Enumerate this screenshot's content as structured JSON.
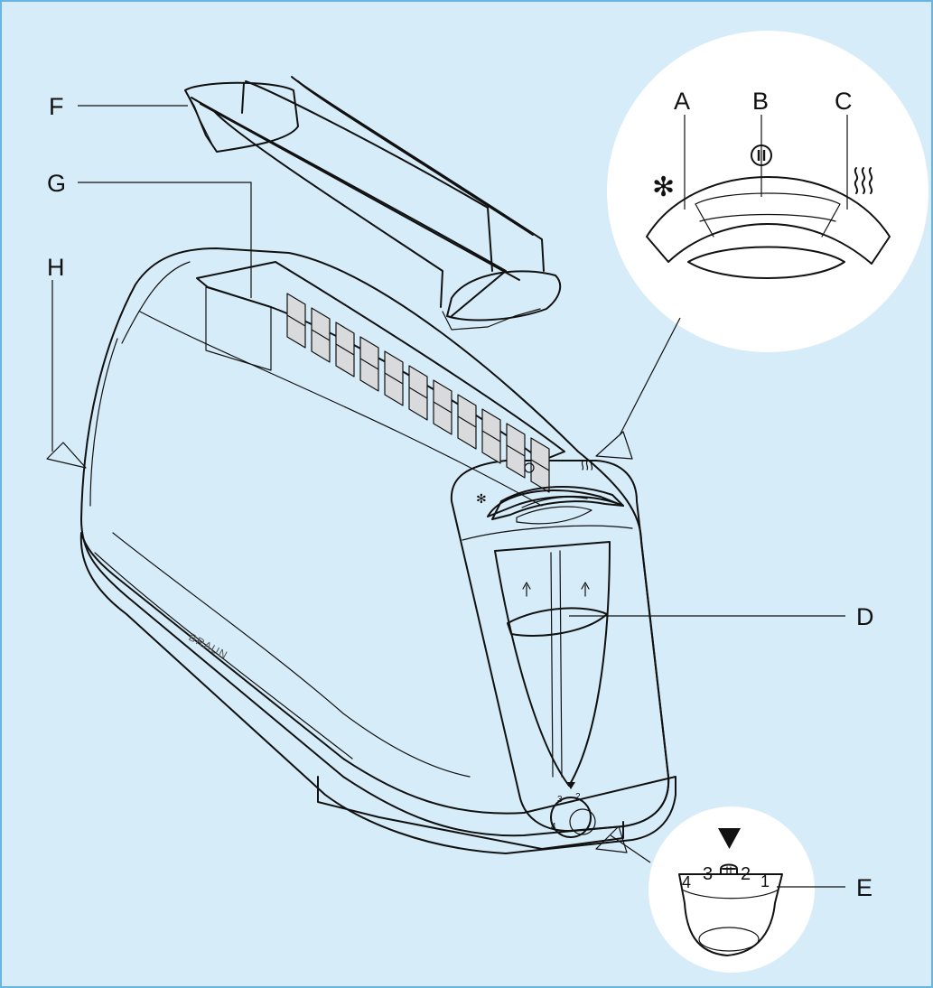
{
  "colors": {
    "background": "#d6ecf8",
    "frame": "#6ab5e0",
    "line": "#111111",
    "body": "#ffffff",
    "slot": "#d9dadc"
  },
  "labels": {
    "A": "A",
    "B": "B",
    "C": "C",
    "D": "D",
    "E": "E",
    "F": "F",
    "G": "G",
    "H": "H"
  },
  "brand": "BRAUN",
  "dial": {
    "numbers": [
      "4",
      "3",
      "2",
      "1"
    ]
  },
  "icons": {
    "button_a": "snowflake-icon",
    "button_b": "stop-icon",
    "button_c": "heat-waves-icon",
    "pointer": "triangle-down-icon"
  }
}
